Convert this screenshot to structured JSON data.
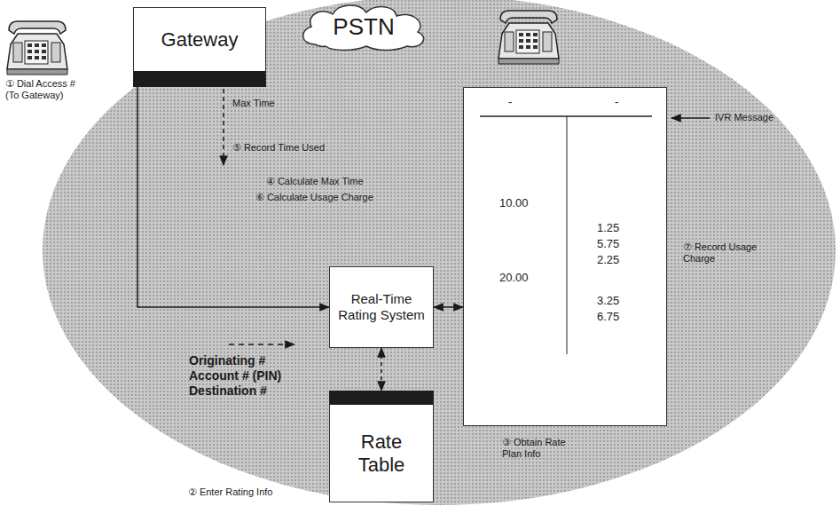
{
  "diagram": {
    "nodes": [
      {
        "text": [
          "Gateway"
        ]
      },
      {
        "text": [
          "PSTN"
        ]
      },
      {
        "text": [
          "-",
          "-",
          "10.00",
          "1.25",
          "5.75",
          "2.25",
          "20.00",
          "3.25",
          "6.75"
        ]
      },
      {
        "text": [
          "Real-Time Rating System"
        ]
      },
      {
        "text": [
          "Rate Table"
        ]
      }
    ],
    "edges": [
      {
        "from": 0,
        "to": 3,
        "arrow": "to"
      },
      {
        "from": 3,
        "to": 2,
        "arrow": "both"
      },
      {
        "from": 3,
        "to": 4,
        "arrow": "both"
      }
    ],
    "labels": [
      "① Dial Access # (To Gateway)",
      "Max Time",
      "⑤ Record Time Used",
      "④ Calculate Max Time",
      "⑥ Calculate Usage Charge",
      "Originating # Account # (PIN) Destination #",
      "IVR Message",
      "⑦ Record Usage Charge",
      "③ Obtain Rate Plan Info",
      "② Enter Rating Info"
    ]
  }
}
